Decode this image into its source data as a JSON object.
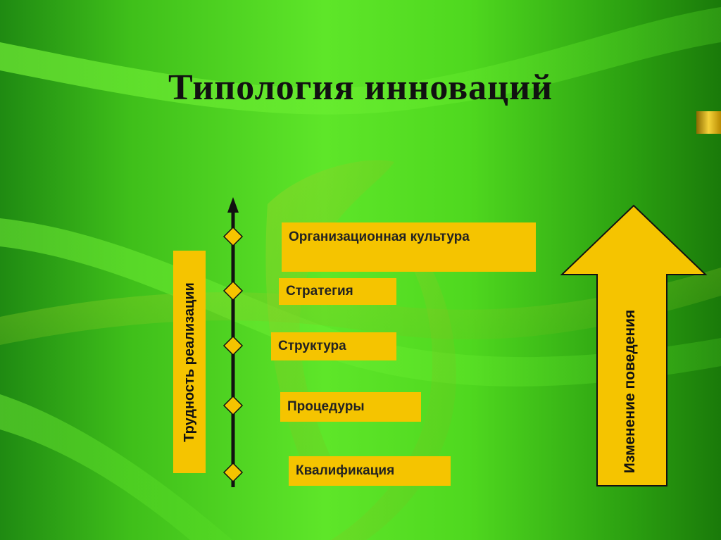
{
  "slide": {
    "title": "Типология инноваций",
    "axis_label": "Трудность реализации",
    "arrow_label": "Изменение поведения",
    "levels": [
      {
        "label": "Организационная культура"
      },
      {
        "label": "Стратегия"
      },
      {
        "label": "Структура"
      },
      {
        "label": "Процедуры"
      },
      {
        "label": "Квалификация"
      }
    ]
  },
  "colors": {
    "background": "#4fd81f",
    "accent": "#f5c400",
    "line": "#111111"
  }
}
